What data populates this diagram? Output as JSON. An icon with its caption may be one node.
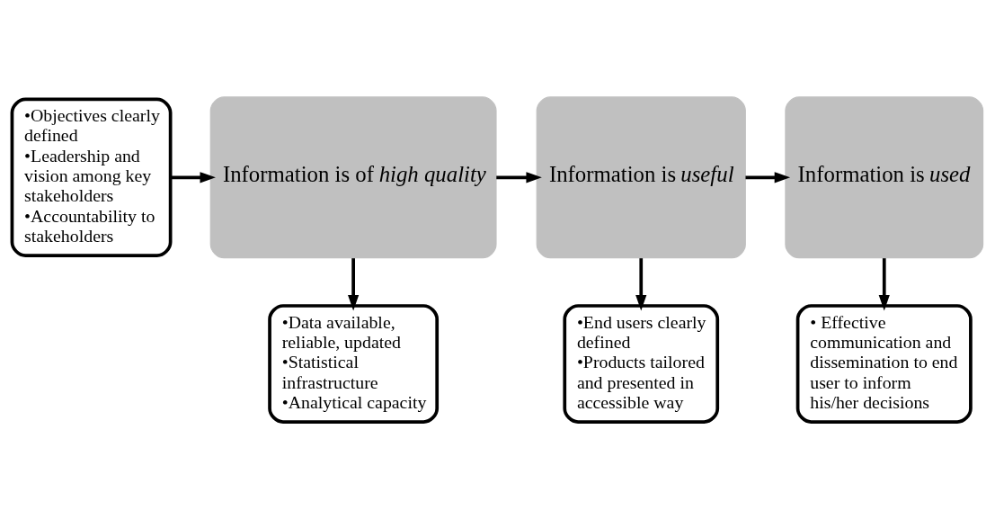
{
  "diagram": {
    "nodes": [
      {
        "text": [
          "•Objectives clearly defined",
          "•Leadership and vision among key stakeholders",
          "•Accountability to stakeholders"
        ]
      },
      {
        "text": [
          "Information is of *high quality*"
        ]
      },
      {
        "text": [
          "Information is *useful*"
        ]
      },
      {
        "text": [
          "Information is *used*"
        ]
      },
      {
        "text": [
          "•Data available, reliable, updated",
          "•Statistical infrastructure",
          "•Analytical capacity"
        ]
      },
      {
        "text": [
          "•End users clearly defined",
          "•Products tailored and presented in accessible way"
        ]
      },
      {
        "text": [
          "• Effective communication and dissemination to end user to inform his/her decisions"
        ]
      }
    ],
    "edges": [
      {
        "from": 0,
        "to": 1,
        "arrow": "to"
      },
      {
        "from": 1,
        "to": 2,
        "arrow": "to"
      },
      {
        "from": 2,
        "to": 3,
        "arrow": "to"
      },
      {
        "from": 1,
        "to": 4,
        "arrow": "to"
      },
      {
        "from": 2,
        "to": 5,
        "arrow": "to"
      },
      {
        "from": 3,
        "to": 6,
        "arrow": "to"
      }
    ]
  }
}
